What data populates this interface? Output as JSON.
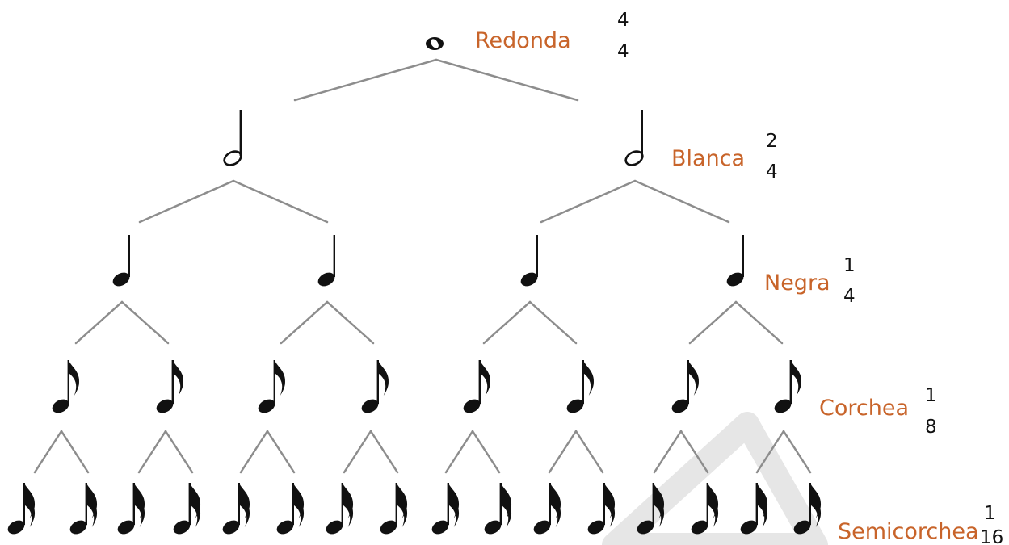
{
  "colors": {
    "label": "#c8642a",
    "note": "#111111",
    "branch": "#8d8d8d",
    "watermark": "#e6e6e6"
  },
  "levels": [
    {
      "name": "Redonda",
      "numerator": "4",
      "denominator": "4",
      "note_type": "whole-note-icon",
      "count": 1
    },
    {
      "name": "Blanca",
      "numerator": "2",
      "denominator": "4",
      "note_type": "half-note-icon",
      "count": 2
    },
    {
      "name": "Negra",
      "numerator": "1",
      "denominator": "4",
      "note_type": "quarter-note-icon",
      "count": 4
    },
    {
      "name": "Corchea",
      "numerator": "1",
      "denominator": "8",
      "note_type": "eighth-note-icon",
      "count": 8
    },
    {
      "name": "Semicorchea",
      "numerator": "1",
      "denominator": "16",
      "note_type": "sixteenth-note-icon",
      "count": 16
    }
  ]
}
